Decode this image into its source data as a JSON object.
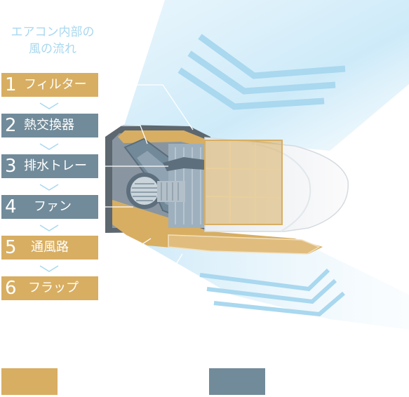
{
  "title": {
    "line1": "エアコン内部の",
    "line2": "風の流れ"
  },
  "steps": [
    {
      "num": "1",
      "label": "フィルター",
      "color": "#d8ae62"
    },
    {
      "num": "2",
      "label": "熱交換器",
      "color": "#718b9a"
    },
    {
      "num": "3",
      "label": "排水トレー",
      "color": "#718b9a"
    },
    {
      "num": "4",
      "label": "ファン",
      "color": "#718b9a"
    },
    {
      "num": "5",
      "label": "通風路",
      "color": "#d8ae62"
    },
    {
      "num": "6",
      "label": "フラップ",
      "color": "#d8ae62"
    }
  ],
  "legend": {
    "gold": "#d8ae62",
    "slate": "#718b9a"
  },
  "colors": {
    "airflow": "#a9d8ef",
    "unit_body": "#f4f5f6"
  }
}
